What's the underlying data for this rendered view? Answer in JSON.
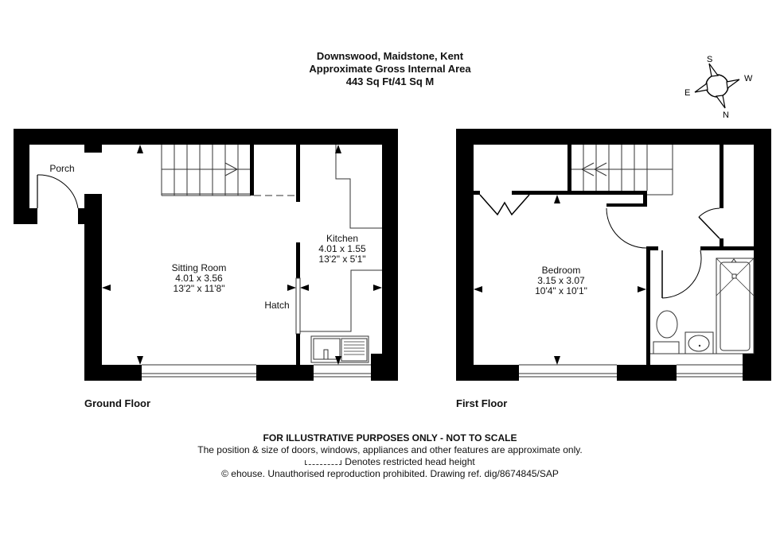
{
  "header": {
    "address": "Downswood, Maidstone, Kent",
    "subtitle": "Approximate Gross Internal Area",
    "area": "443 Sq Ft/41 Sq M"
  },
  "compass": {
    "icon": "compass-icon",
    "top": "S",
    "right": "W",
    "left": "E",
    "bottom": "N"
  },
  "ground_floor": {
    "label": "Ground Floor",
    "rooms": [
      {
        "name": "Porch",
        "metric": "",
        "imperial": ""
      },
      {
        "name": "Sitting Room",
        "metric": "4.01 x 3.56",
        "imperial": "13'2\" x 11'8\""
      },
      {
        "name": "Kitchen",
        "metric": "4.01 x 1.55",
        "imperial": "13'2\" x 5'1\""
      },
      {
        "name": "Hatch",
        "metric": "",
        "imperial": ""
      }
    ]
  },
  "first_floor": {
    "label": "First Floor",
    "rooms": [
      {
        "name": "Bedroom",
        "metric": "3.15 x 3.07",
        "imperial": "10'4\" x 10'1\""
      }
    ]
  },
  "footer": {
    "disclaimer": "FOR ILLUSTRATIVE PURPOSES ONLY - NOT TO SCALE",
    "note": "The position & size of doors, windows, appliances and other features are approximate only.",
    "legend": "Denotes restricted head height",
    "copyright": "© ehouse. Unauthorised reproduction prohibited. Drawing ref. dig/8674845/SAP"
  },
  "colors": {
    "wall": "#000000",
    "line": "#333333",
    "background": "#ffffff"
  }
}
